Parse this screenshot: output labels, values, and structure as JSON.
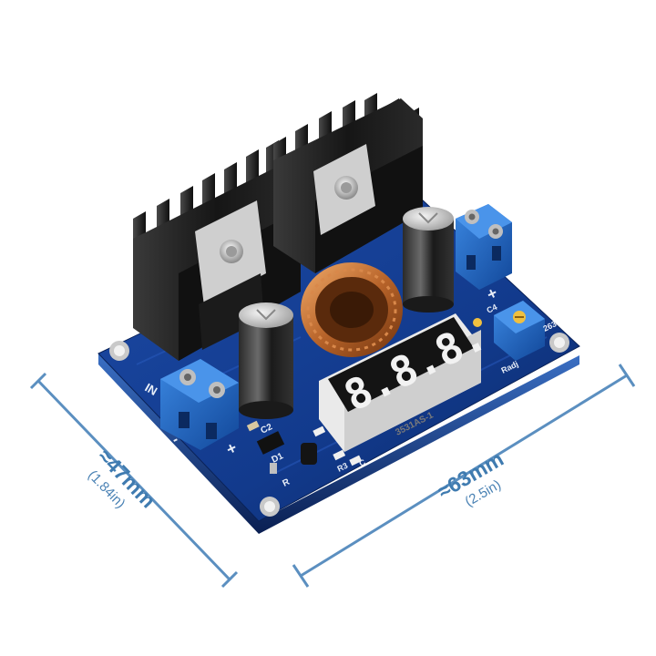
{
  "dimensions": {
    "depth_label": "≈47mm",
    "depth_inches": "(1.84in)",
    "width_label": "≈63mm",
    "width_inches": "(2.5in)"
  },
  "board": {
    "display_digits": "8.8.8.",
    "display_part_number": "3531AS-1",
    "input_label": "IN",
    "silkscreen": {
      "c2": "C2",
      "d1": "D1",
      "r": "R",
      "r3": "R3",
      "c": "C",
      "plus_in": "+",
      "plus_out": "+",
      "minus_in": "-",
      "c4": "C4",
      "code_263": "263",
      "radj": "Radj"
    }
  },
  "colors": {
    "pcb": "#123a8c",
    "heatsink": "#1a1a1a",
    "terminal": "#1a5fb4",
    "coil": "#b8642a",
    "dimension_line": "#5b8fc0"
  }
}
